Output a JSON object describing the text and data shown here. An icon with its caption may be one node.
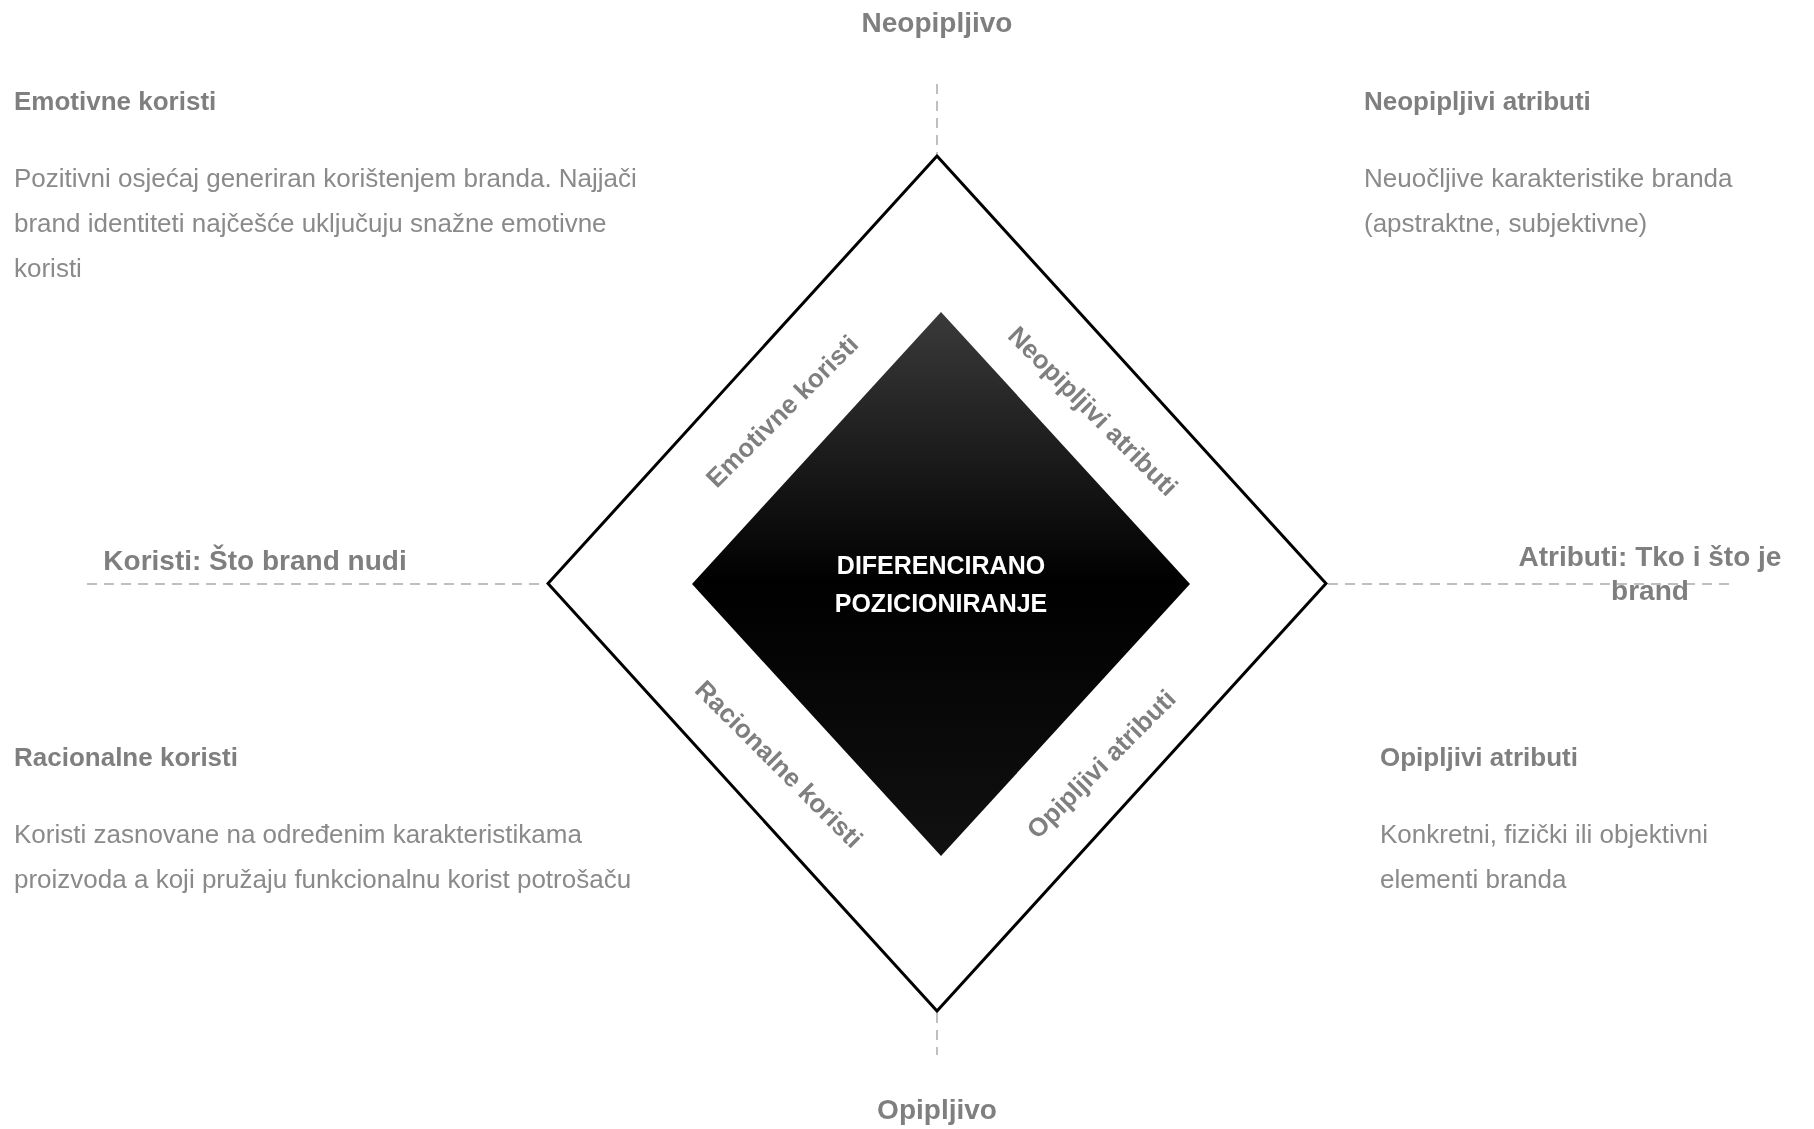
{
  "diagram": {
    "nodes": [
      {
        "text": [
          "Emotivne koristi",
          "Neopipljivi atributi",
          "Racionalne koristi",
          "Opipljivi atributi"
        ]
      },
      {
        "text": [
          "DIFERENCIRANO POZICIONIRANJE"
        ],
        "in": 0
      }
    ],
    "labels": [
      "Neopipljivo",
      "Emotivne koristi",
      "Pozitivni osjećaj generiran korištenjem branda. Najjači brand identiteti najčešće uključuju snažne emotivne koristi",
      "Neopipljivi atributi",
      "Neuočljive karakteristike branda (apstraktne, subjektivne)",
      "Koristi: Što brand nudi",
      "Atributi: Tko i što je brand",
      "Racionalne koristi",
      "Koristi zasnovane na određenim karakteristikama proizvoda a koji pružaju funkcionalnu korist potrošaču",
      "Opipljivi atributi",
      "Konkretni, fizički ili objektivni elementi branda",
      "Opipljivo"
    ]
  }
}
